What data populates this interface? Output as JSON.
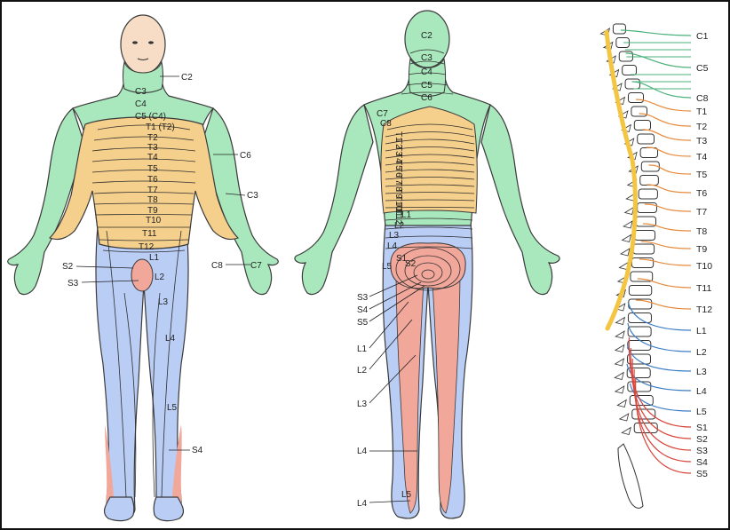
{
  "colors": {
    "cervical": "#a9e8bd",
    "thoracic": "#f5cf8c",
    "lumbar": "#b9cdf5",
    "sacral": "#f2a79b",
    "skin": "#f7dcc6",
    "cervical_nerve": "#49b07a",
    "thoracic_nerve": "#e78a3c",
    "lumbar_nerve": "#3a7cc4",
    "sacral_nerve": "#d8443a",
    "cord": "#f4c542"
  },
  "front_labels": [
    {
      "id": "f-c2",
      "text": "C2"
    },
    {
      "id": "f-c3a",
      "text": "C3"
    },
    {
      "id": "f-c4",
      "text": "C4"
    },
    {
      "id": "f-c5c4",
      "text": "C5 (C4)"
    },
    {
      "id": "f-t1t2",
      "text": "T1 (T2)"
    },
    {
      "id": "f-t2",
      "text": "T2"
    },
    {
      "id": "f-t3",
      "text": "T3"
    },
    {
      "id": "f-t4",
      "text": "T4"
    },
    {
      "id": "f-t5",
      "text": "T5"
    },
    {
      "id": "f-t6",
      "text": "T6"
    },
    {
      "id": "f-t7",
      "text": "T7"
    },
    {
      "id": "f-t8",
      "text": "T8"
    },
    {
      "id": "f-t9",
      "text": "T9"
    },
    {
      "id": "f-t10",
      "text": "T10"
    },
    {
      "id": "f-t11",
      "text": "T11"
    },
    {
      "id": "f-t12",
      "text": "T12"
    },
    {
      "id": "f-l1",
      "text": "L1"
    },
    {
      "id": "f-l2",
      "text": "L2"
    },
    {
      "id": "f-l3",
      "text": "L3"
    },
    {
      "id": "f-l4",
      "text": "L4"
    },
    {
      "id": "f-l5",
      "text": "L5"
    },
    {
      "id": "f-s2",
      "text": "S2"
    },
    {
      "id": "f-s3",
      "text": "S3"
    },
    {
      "id": "f-s4",
      "text": "S4"
    },
    {
      "id": "f-c6",
      "text": "C6"
    },
    {
      "id": "f-c3b",
      "text": "C3"
    },
    {
      "id": "f-c8",
      "text": "C8"
    },
    {
      "id": "f-c7",
      "text": "C7"
    }
  ],
  "back_labels": [
    {
      "id": "b-c2",
      "text": "C2"
    },
    {
      "id": "b-c3",
      "text": "C3"
    },
    {
      "id": "b-c4",
      "text": "C4"
    },
    {
      "id": "b-c5",
      "text": "C5"
    },
    {
      "id": "b-c6",
      "text": "C6"
    },
    {
      "id": "b-c7",
      "text": "C7"
    },
    {
      "id": "b-c8",
      "text": "C8"
    },
    {
      "id": "b-l1",
      "text": "L1"
    },
    {
      "id": "b-l2",
      "text": "L2"
    },
    {
      "id": "b-l3",
      "text": "L3"
    },
    {
      "id": "b-l4",
      "text": "L4"
    },
    {
      "id": "b-l5",
      "text": "L5"
    },
    {
      "id": "b-s1",
      "text": "S1"
    },
    {
      "id": "b-s2",
      "text": "S2"
    },
    {
      "id": "b-s3",
      "text": "S3"
    },
    {
      "id": "b-s4",
      "text": "S4"
    },
    {
      "id": "b-s5",
      "text": "S5"
    },
    {
      "id": "b-L1",
      "text": "L1"
    },
    {
      "id": "b-L2",
      "text": "L2"
    },
    {
      "id": "b-L3",
      "text": "L3"
    },
    {
      "id": "b-L4a",
      "text": "L4"
    },
    {
      "id": "b-L5",
      "text": "L5"
    },
    {
      "id": "b-L4b",
      "text": "L4"
    }
  ],
  "back_thoracic": [
    "T1",
    "T2",
    "T3",
    "T4",
    "T5",
    "T6",
    "T7",
    "T8",
    "T9",
    "T10",
    "T11",
    "T12"
  ],
  "spine_labels": [
    {
      "text": "C1",
      "group": "cervical"
    },
    {
      "text": "C5",
      "group": "cervical"
    },
    {
      "text": "C8",
      "group": "cervical"
    },
    {
      "text": "T1",
      "group": "thoracic"
    },
    {
      "text": "T2",
      "group": "thoracic"
    },
    {
      "text": "T3",
      "group": "thoracic"
    },
    {
      "text": "T4",
      "group": "thoracic"
    },
    {
      "text": "T5",
      "group": "thoracic"
    },
    {
      "text": "T6",
      "group": "thoracic"
    },
    {
      "text": "T7",
      "group": "thoracic"
    },
    {
      "text": "T8",
      "group": "thoracic"
    },
    {
      "text": "T9",
      "group": "thoracic"
    },
    {
      "text": "T10",
      "group": "thoracic"
    },
    {
      "text": "T11",
      "group": "thoracic"
    },
    {
      "text": "T12",
      "group": "thoracic"
    },
    {
      "text": "L1",
      "group": "lumbar"
    },
    {
      "text": "L2",
      "group": "lumbar"
    },
    {
      "text": "L3",
      "group": "lumbar"
    },
    {
      "text": "L4",
      "group": "lumbar"
    },
    {
      "text": "L5",
      "group": "lumbar"
    },
    {
      "text": "S1",
      "group": "sacral"
    },
    {
      "text": "S2",
      "group": "sacral"
    },
    {
      "text": "S3",
      "group": "sacral"
    },
    {
      "text": "S4",
      "group": "sacral"
    },
    {
      "text": "S5",
      "group": "sacral"
    }
  ]
}
